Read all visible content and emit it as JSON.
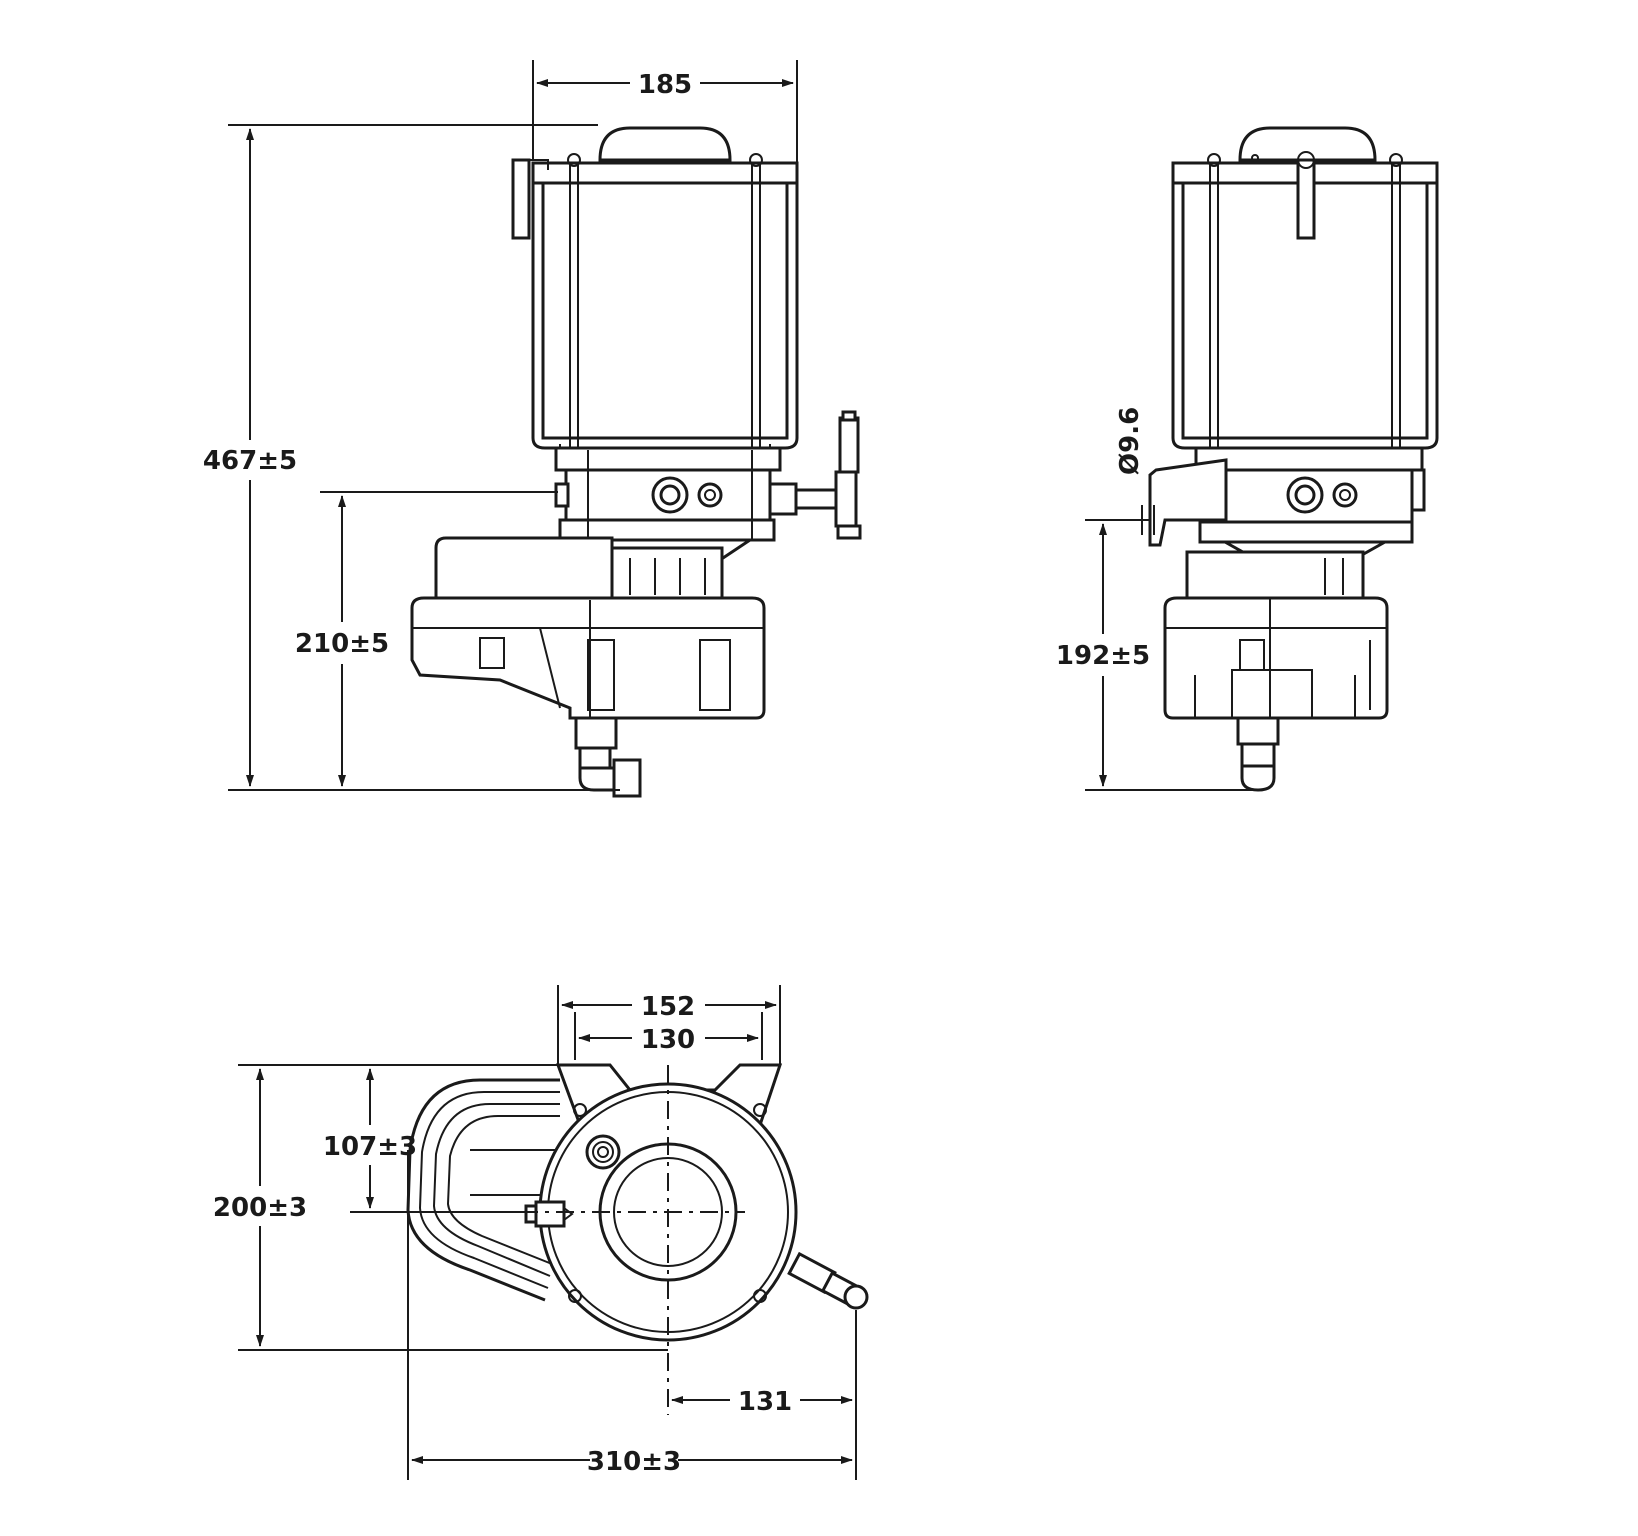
{
  "dimensions": {
    "top_width": "185",
    "overall_height": "467±5",
    "side_outlet_height": "210±5",
    "front_outlet_height": "192±5",
    "hole_diameter": "Ø9.6",
    "base_width_outer": "152",
    "base_width_inner": "130",
    "half_depth": "107±3",
    "depth": "200±3",
    "outlet_offset": "131",
    "overall_width": "310±3"
  },
  "colors": {
    "line": "#1a1a1a",
    "background": "#ffffff"
  }
}
